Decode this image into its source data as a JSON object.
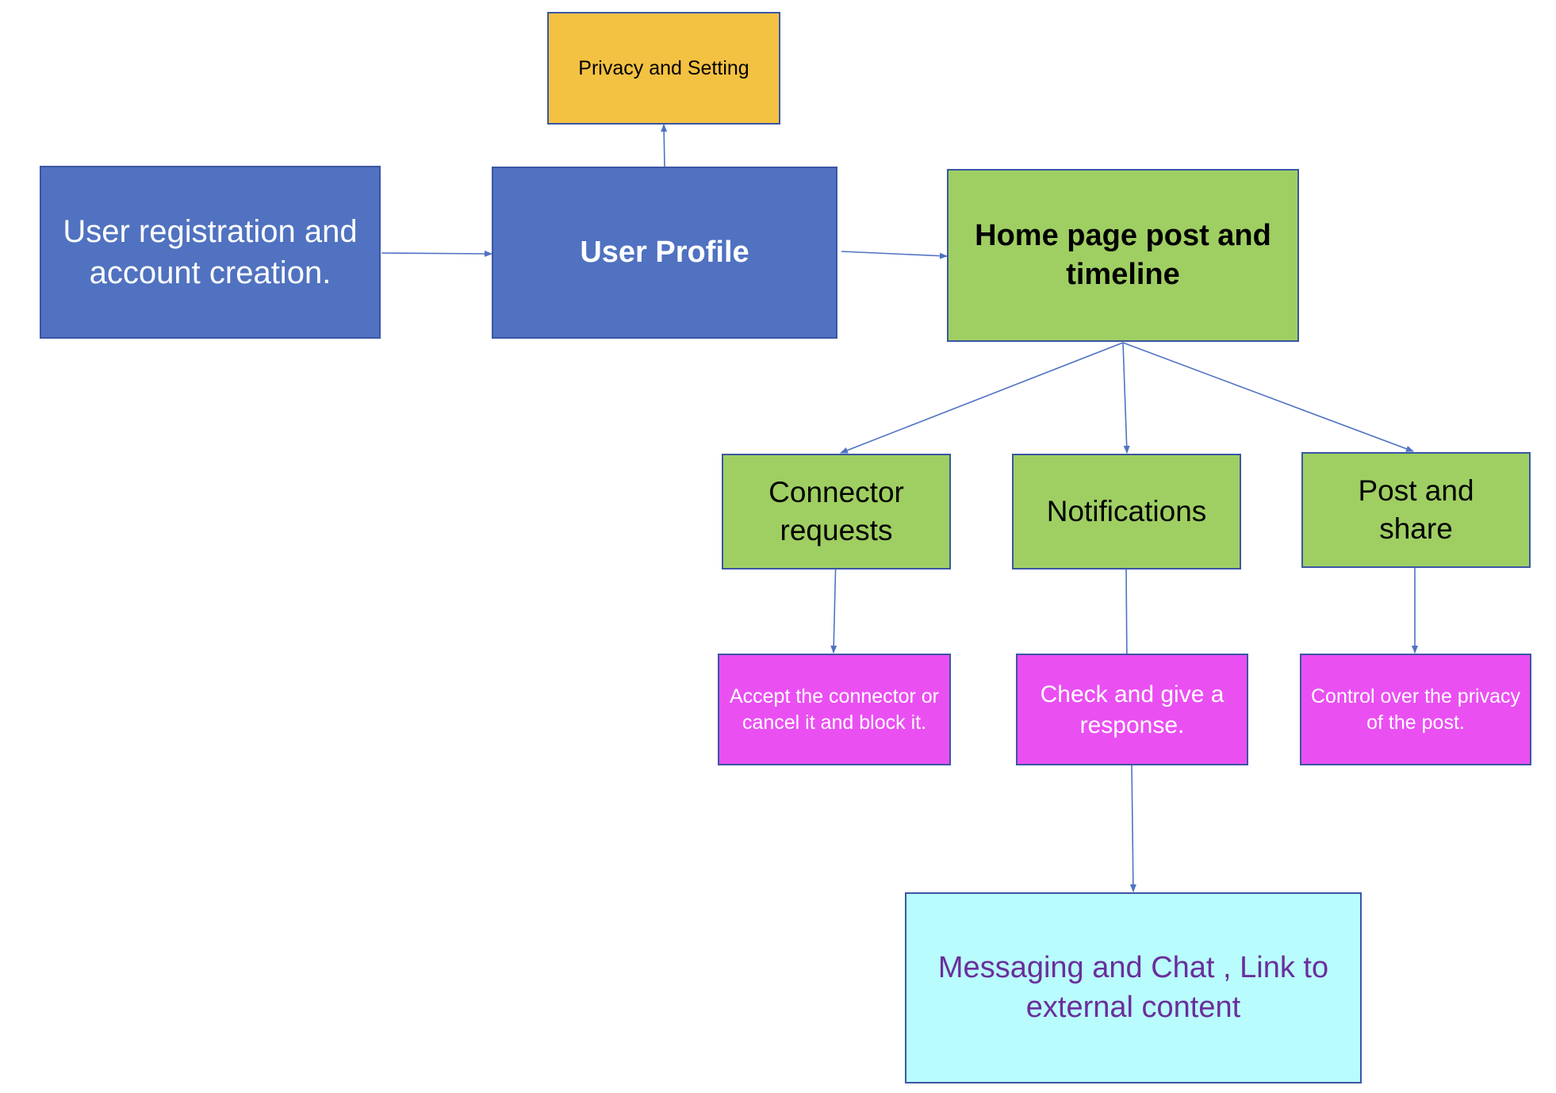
{
  "nodes": {
    "registration": {
      "text": "User registration and account creation.",
      "fill": "#5072c0",
      "text_color": "#ffffff"
    },
    "profile": {
      "text": "User Profile",
      "fill": "#5072c0",
      "text_color": "#ffffff"
    },
    "privacy": {
      "text": "Privacy and Setting",
      "fill": "#f4c242",
      "text_color": "#000000"
    },
    "home": {
      "text": "Home page  post and timeline",
      "fill": "#9fcf62",
      "text_color": "#000000"
    },
    "connector_requests": {
      "text": "Connector requests",
      "fill": "#9fcf62",
      "text_color": "#000000"
    },
    "notifications": {
      "text": "Notifications",
      "fill": "#9fcf62",
      "text_color": "#000000"
    },
    "post_share": {
      "text": "Post and share",
      "fill": "#9fcf62",
      "text_color": "#000000"
    },
    "accept_connector": {
      "text": "Accept the connector or cancel it and block it.",
      "fill": "#ea4ff2",
      "text_color": "#ffffff"
    },
    "check_response": {
      "text": "Check and give a response.",
      "fill": "#ea4ff2",
      "text_color": "#ffffff"
    },
    "control_privacy": {
      "text": "Control over the privacy of the post.",
      "fill": "#ea4ff2",
      "text_color": "#ffffff"
    },
    "messaging": {
      "text": "Messaging and Chat , Link to external content",
      "fill": "#b9fcfd",
      "text_color": "#6a2e9c"
    }
  },
  "edges": [
    {
      "from": "registration",
      "to": "profile"
    },
    {
      "from": "profile",
      "to": "privacy"
    },
    {
      "from": "profile",
      "to": "home"
    },
    {
      "from": "home",
      "to": "connector_requests"
    },
    {
      "from": "home",
      "to": "notifications"
    },
    {
      "from": "home",
      "to": "post_share"
    },
    {
      "from": "connector_requests",
      "to": "accept_connector"
    },
    {
      "from": "notifications",
      "to": "check_response"
    },
    {
      "from": "post_share",
      "to": "control_privacy"
    },
    {
      "from": "check_response",
      "to": "messaging"
    }
  ],
  "colors": {
    "border": "#3b56a3",
    "connector": "#4f72c4"
  }
}
